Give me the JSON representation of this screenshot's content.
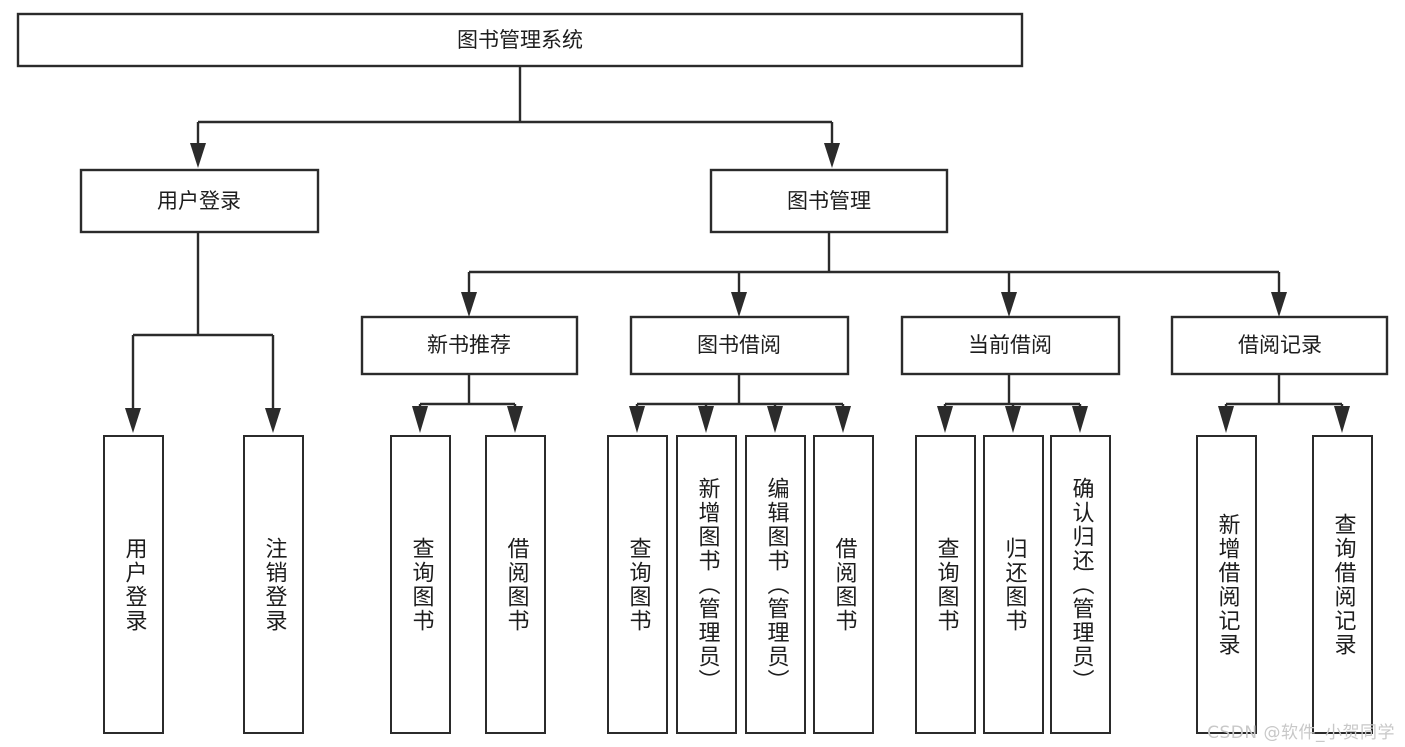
{
  "diagram": {
    "title": "图书管理系统",
    "type": "tree-hierarchy-chart",
    "orientation": "top-down",
    "box_fill": "#ffffff",
    "box_stroke": "#2b2b2b",
    "connector_color": "#2b2b2b",
    "text_color": "#1d1d1d",
    "background": "#ffffff"
  },
  "root": {
    "label": "图书管理系统"
  },
  "level2": [
    {
      "label": "用户登录"
    },
    {
      "label": "图书管理"
    }
  ],
  "level3": [
    {
      "label": "新书推荐"
    },
    {
      "label": "图书借阅"
    },
    {
      "label": "当前借阅"
    },
    {
      "label": "借阅记录"
    }
  ],
  "leaves": {
    "user_login": [
      {
        "label": "用户登录"
      },
      {
        "label": "注销登录"
      }
    ],
    "new_book_recommend": [
      {
        "label": "查询图书"
      },
      {
        "label": "借阅图书"
      }
    ],
    "book_borrow": [
      {
        "label": "查询图书"
      },
      {
        "label": "新增图书（管理员）"
      },
      {
        "label": "编辑图书（管理员）"
      },
      {
        "label": "借阅图书"
      }
    ],
    "current_borrow": [
      {
        "label": "查询图书"
      },
      {
        "label": "归还图书"
      },
      {
        "label": "确认归还（管理员）"
      }
    ],
    "borrow_record": [
      {
        "label": "新增借阅记录"
      },
      {
        "label": "查询借阅记录"
      }
    ]
  },
  "watermark": {
    "text": "CSDN @软件_小贺同学"
  }
}
